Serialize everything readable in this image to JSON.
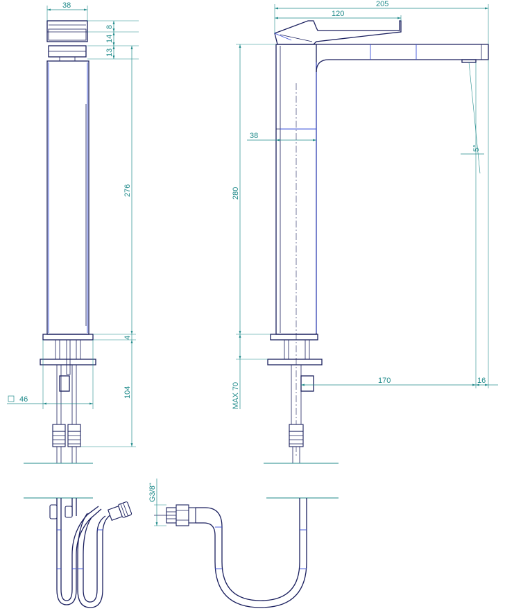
{
  "dimensions": {
    "front_width": "38",
    "handle_height": "8",
    "neck_height": "14",
    "cartridge_height": "13",
    "body_height": "276",
    "base_plate": "4",
    "connection_length": "104",
    "base_square": "46",
    "total_reach": "205",
    "handle_length": "120",
    "side_width": "38",
    "spout_height": "280",
    "spout_angle": "5°",
    "spout_reach": "170",
    "outlet_offset": "16",
    "max_deck": "MAX 70",
    "thread": "G3/8\""
  },
  "colors": {
    "outline": "#1a1f5e",
    "dimension": "#1f8a8a",
    "accent": "#3a4fd8"
  }
}
